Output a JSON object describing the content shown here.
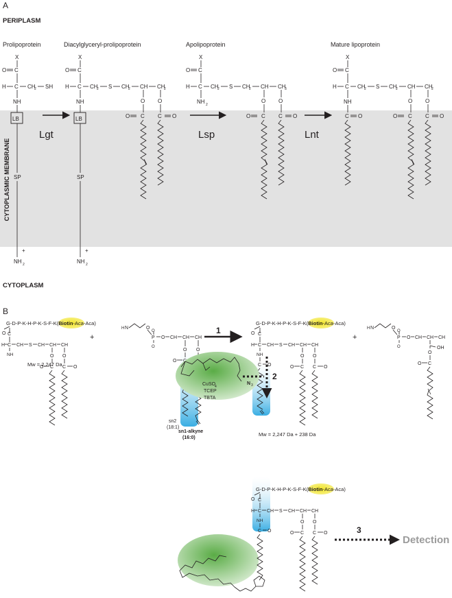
{
  "panel_a": {
    "label": "A",
    "periplasm": "PERIPLASM",
    "cytoplasm": "CYTOPLASM",
    "membrane": "CYTOPLASMIC MEMBRANE",
    "stage_prolipoprotein": "Prolipoprotein",
    "stage_diacylglyceryl": "Diacylglyceryl-prolipoprotein",
    "stage_apolipoprotein": "Apolipoprotein",
    "stage_mature": "Mature lipoprotein",
    "enzyme_lgt": "Lgt",
    "enzyme_lsp": "Lsp",
    "enzyme_lnt": "Lnt",
    "lb": "LB",
    "sp": "SP",
    "x": "X",
    "o": "O",
    "c": "C",
    "h": "H",
    "s": "S",
    "nh": "NH",
    "nh2": "NH",
    "sub2": "2",
    "plus": "+",
    "sh": "SH",
    "ch": "CH",
    "ch2": "CH",
    "ch3": "CH",
    "sub3": "3"
  },
  "panel_b": {
    "label": "B",
    "peptide": "G-D-P-K-H-P-K-S-F-K(",
    "biotin": "Biotin",
    "peptide_tail": "-Aca-Aca)",
    "plus": "+",
    "mw1": "Mw = 2,247 Da",
    "mw2": "Mw = 2,247 Da + 238 Da",
    "sn2": "sn2",
    "sn2_sub": "(18:1)",
    "sn1_alkyne": "sn1-alkyne",
    "sn1_sub": "(16:0)",
    "step1": "1",
    "step2": "2",
    "step3": "3",
    "reagent1": "CuSO",
    "reagent1_sub": "4",
    "reagent2": "TCEP",
    "reagent3": "TBTA",
    "n3": "N",
    "n3_sub": "3",
    "detection": "Detection",
    "p": "P",
    "oh": "OH",
    "h3n": "H",
    "n": "N",
    "o": "O",
    "c": "C",
    "h": "H",
    "s": "S",
    "nh": "NH",
    "nh2": "NH",
    "sub2": "2",
    "ch": "CH",
    "ch2": "CH"
  },
  "colors": {
    "membrane": "#e2e2e2",
    "biotin_highlight": "#f3ea2e",
    "alkyne_highlight": "#41b4e5",
    "dye_highlight": "#5fae4c",
    "detection": "#9b9b9b"
  }
}
